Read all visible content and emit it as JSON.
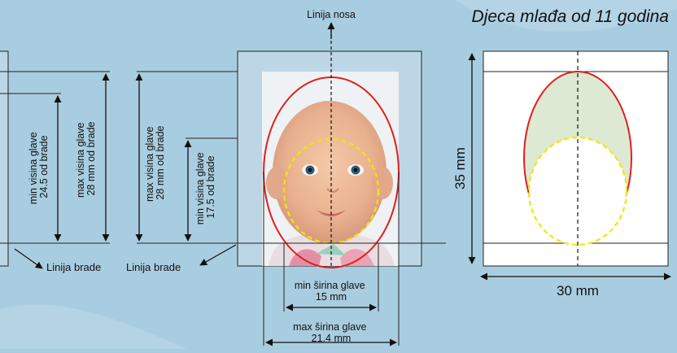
{
  "title": "Djeca mlađa od 11 godina",
  "labels": {
    "nose_line": "Linija nosa",
    "chin_line_left": "Linija brade",
    "chin_line_right": "Linija brade",
    "left_min_head": [
      "min visina glave",
      "24.5 od brade"
    ],
    "left_max_head": [
      "max visina glave",
      "28 mm od brade"
    ],
    "mid_max_head": [
      "max visina glave",
      "28 mm od brade"
    ],
    "mid_min_head": [
      "min visina glave",
      "17.5 od brade"
    ],
    "min_width": [
      "min širina glave",
      "15 mm"
    ],
    "max_width": [
      "max širina glave",
      "21.4 mm"
    ],
    "height_35": "35 mm",
    "width_30": "30 mm"
  },
  "colors": {
    "background": "#a9cde0",
    "outer_oval": "#e0201e",
    "inner_oval": "#f3e600",
    "allowed_zone": "#dde9d3"
  }
}
